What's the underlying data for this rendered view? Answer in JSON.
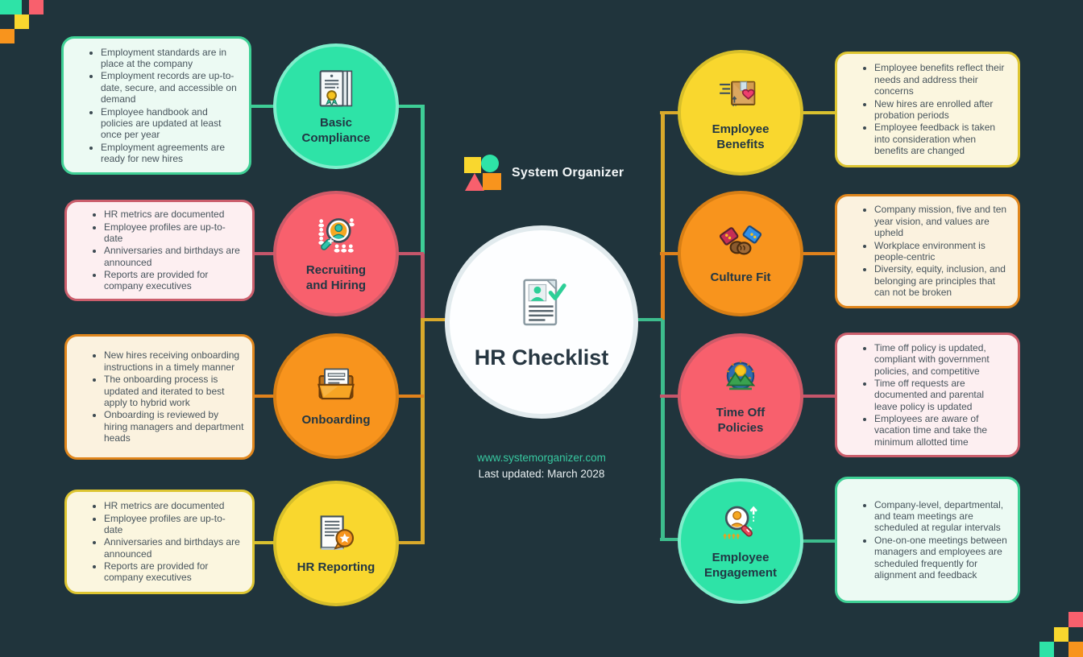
{
  "logo": {
    "brand": "System Organizer"
  },
  "center": {
    "title": "HR Checklist",
    "website": "www.systemorganizer.com",
    "last_updated": "Last updated: March 2028"
  },
  "colors": {
    "background": "#20343c",
    "green": "#2ee3a7",
    "red": "#f8606d",
    "orange": "#f8941d",
    "yellow": "#f9d72e",
    "gold_line": "#d9a92b",
    "teal_line": "#3dbd8d",
    "website_teal": "#38c8a0"
  },
  "branches": {
    "left": [
      {
        "label": "Basic Compliance",
        "icon": "certificate-icon",
        "color": "#2ee3a7",
        "bullets": [
          "Employment standards are in place at the company",
          "Employment records are up-to-date, secure, and accessible on demand",
          "Employee handbook and policies are updated at least once per year",
          "Employment agreements are ready for new hires"
        ]
      },
      {
        "label": "Recruiting and Hiring",
        "icon": "recruiting-search-icon",
        "color": "#f8606d",
        "bullets": [
          "HR metrics are documented",
          "Employee profiles are up-to-date",
          "Anniversaries and birthdays are announced",
          "Reports are provided for company executives"
        ]
      },
      {
        "label": "Onboarding",
        "icon": "folder-icon",
        "color": "#f8941d",
        "bullets": [
          "New hires receiving onboarding instructions in a timely manner",
          "The onboarding process is updated and iterated to best apply to hybrid work",
          "Onboarding is reviewed by hiring managers and department heads"
        ]
      },
      {
        "label": "HR Reporting",
        "icon": "report-star-icon",
        "color": "#f9d72e",
        "bullets": [
          "HR metrics are documented",
          "Employee profiles are up-to-date",
          "Anniversaries and birthdays are announced",
          "Reports are provided for company executives"
        ]
      }
    ],
    "right": [
      {
        "label": "Employee Benefits",
        "icon": "benefits-box-icon",
        "color": "#f9d72e",
        "bullets": [
          "Employee benefits reflect their needs and address their concerns",
          "New hires are enrolled after probation periods",
          "Employee feedback is taken into consideration when benefits are changed"
        ]
      },
      {
        "label": "Culture Fit",
        "icon": "handshake-icon",
        "color": "#f8941d",
        "bullets": [
          "Company mission, five and ten year vision, and values are upheld",
          "Workplace environment is people-centric",
          "Diversity, equity, inclusion, and belonging are principles that can not be broken"
        ]
      },
      {
        "label": "Time Off Policies",
        "icon": "vacation-scene-icon",
        "color": "#f8606d",
        "bullets": [
          "Time off policy is updated, compliant with government policies, and competitive",
          "Time off requests are documented and parental leave policy is updated",
          "Employees are aware of vacation time and take the minimum allotted time"
        ]
      },
      {
        "label": "Employee Engagement",
        "icon": "engagement-search-icon",
        "color": "#2ee3a7",
        "bullets": [
          "Company-level, departmental, and team meetings are scheduled at regular intervals",
          "One-on-one meetings between managers and employees are scheduled frequently for alignment and feedback"
        ]
      }
    ]
  }
}
